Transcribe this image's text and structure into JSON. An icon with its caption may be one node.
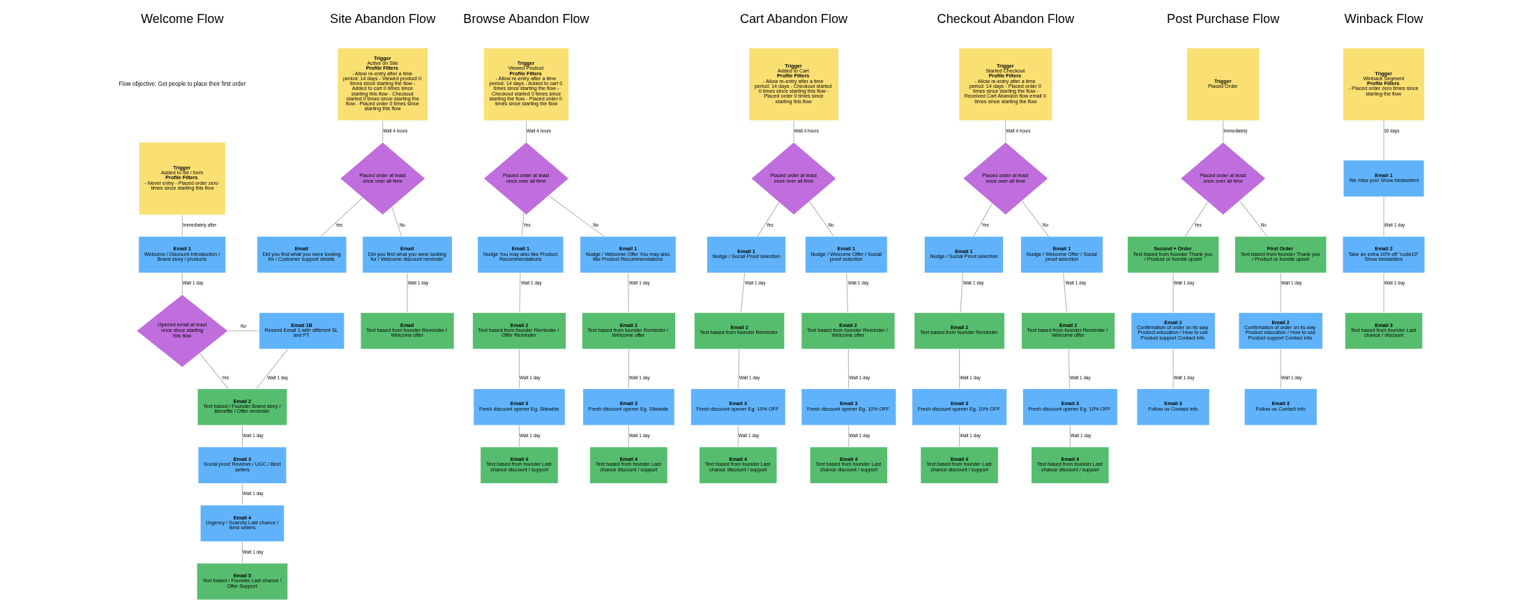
{
  "diagram": {
    "nodes": [
      {
        "text": [
          "Trigger",
          "Added to list / form",
          "Profile Filters",
          "- Never entry - Placed order zero times since starting this flow"
        ]
      },
      {
        "text": [
          "Email 1",
          "Welcome / Discount Introduction / Brand story / products"
        ]
      },
      {
        "text": [
          "Opened email at least once since starting this flow"
        ]
      },
      {
        "text": [
          "Email 1B",
          "Resend Email 1 with different SL and PT"
        ]
      },
      {
        "text": [
          "Email 2",
          "Text based / Founder Brand story / Benefits / Offer reminder"
        ]
      },
      {
        "text": [
          "Email 3",
          "Social proof Reviews / UGC / Best sellers"
        ]
      },
      {
        "text": [
          "Email 4",
          "Urgency / Scarcity Last chance / Best sellers"
        ]
      },
      {
        "text": [
          "Email 5",
          "Text based / Founder Last chance / Offer Support"
        ]
      },
      {
        "text": [
          "Trigger",
          "Active on Site",
          "Profile Filters",
          "- Allow re-entry after a time period: 14 days - Viewed product 0 times since starting the flow - Added to cart 0 times since starting this flow - Checkout started 0 times since starting the flow - Placed order 0 times since starting this flow"
        ]
      },
      {
        "text": [
          "Placed order at least once over all time"
        ]
      },
      {
        "text": [
          "Email",
          "Did you find what you were looking for / Customer support details"
        ]
      },
      {
        "text": [
          "Email",
          "Did you find what you were looking for / Welcome discount reminder"
        ]
      },
      {
        "text": [
          "Email",
          "Text based from founder Reminder / Welcome offer"
        ]
      },
      {
        "text": [
          "Trigger",
          "Viewed Product",
          "Profile Filters",
          "- Allow re-entry after a time period: 14 days - Added to cart 0 times since starting the flow - Checkout started 0 times since starting the flow - Placed order 0 times since starting the flow"
        ]
      },
      {
        "text": [
          "Placed order at least once over all time"
        ]
      },
      {
        "text": [
          "Email 1",
          "Nudge You may also like Product Recommendations"
        ]
      },
      {
        "text": [
          "Email 2",
          "Text based from founder Reminder / Offer Reminder"
        ]
      },
      {
        "text": [
          "Email 3",
          "Fresh discount opener Eg. Sitewide"
        ]
      },
      {
        "text": [
          "Email 4",
          "Text based from founder Last chance discount / support"
        ]
      },
      {
        "text": [
          "Email 1",
          "Nudge / Welcome Offer You may also like Product Recommendations"
        ]
      },
      {
        "text": [
          "Email 2",
          "Text based from founder Reminder / Welcome offer"
        ]
      },
      {
        "text": [
          "Email 3",
          "Fresh discount opener Eg. Sitewide"
        ]
      },
      {
        "text": [
          "Email 4",
          "Text based from founder Last chance discount / support"
        ]
      },
      {
        "text": [
          "Trigger",
          "Added to Cart",
          "Profile Filters",
          "- Allow re-entry after a time period: 14 days - Checkout started 0 times since starting this flow - Placed order 0 times since starting this flow"
        ]
      },
      {
        "text": [
          "Placed order at least once over all time"
        ]
      },
      {
        "text": [
          "Email 1",
          "Nudge / Social Proof selection"
        ]
      },
      {
        "text": [
          "Email 2",
          "Text based from founder Reminder"
        ]
      },
      {
        "text": [
          "Email 3",
          "Fresh discount opener Eg. 10% OFF"
        ]
      },
      {
        "text": [
          "Email 4",
          "Text based from founder Last chance discount / support"
        ]
      },
      {
        "text": [
          "Email 1",
          "Nudge / Welcome Offer / Social proof selection"
        ]
      },
      {
        "text": [
          "Email 2",
          "Text based from founder Reminder / Welcome offer"
        ]
      },
      {
        "text": [
          "Email 3",
          "Fresh discount opener Eg. 10% OFF"
        ]
      },
      {
        "text": [
          "Email 4",
          "Text based from founder Last chance discount / support"
        ]
      },
      {
        "text": [
          "Trigger",
          "Started Checkout",
          "Profile Filters",
          "- Allow re-entry after a time period: 14 days - Placed order 0 times since starting the flow - Received Cart Abandon flow email 0 times since starting the flow"
        ]
      },
      {
        "text": [
          "Placed order at least once over all time"
        ]
      },
      {
        "text": [
          "Email 1",
          "Nudge / Social Proof selection"
        ]
      },
      {
        "text": [
          "Email 2",
          "Text based from founder Reminder"
        ]
      },
      {
        "text": [
          "Email 3",
          "Fresh discount opener Eg. 10% OFF"
        ]
      },
      {
        "text": [
          "Email 4",
          "Text based from founder Last chance discount / support"
        ]
      },
      {
        "text": [
          "Email 1",
          "Nudge / Welcome Offer / Social proof selection"
        ]
      },
      {
        "text": [
          "Email 2",
          "Text based from founder Reminder / Welcome offer"
        ]
      },
      {
        "text": [
          "Email 3",
          "Fresh discount opener Eg. 10% OFF"
        ]
      },
      {
        "text": [
          "Email 4",
          "Text based from founder Last chance discount / support"
        ]
      },
      {
        "text": [
          "Trigger",
          "Placed Order"
        ]
      },
      {
        "text": [
          "Placed order at least once over all time"
        ]
      },
      {
        "text": [
          "Second + Order",
          "Text based from founder Thank you / Product or bundle upsell"
        ]
      },
      {
        "text": [
          "Email 2",
          "Confirmation of order on its way Product education / How to use Product support Contact info"
        ]
      },
      {
        "text": [
          "Email 3",
          "Follow us Contact info"
        ]
      },
      {
        "text": [
          "First Order",
          "Text based from founder Thank you / Product or bundle upsell"
        ]
      },
      {
        "text": [
          "Email 2",
          "Confirmation of order on its way Product education / How to use Product support Contact info"
        ]
      },
      {
        "text": [
          "Email 3",
          "Follow us Contact info"
        ]
      },
      {
        "text": [
          "Trigger",
          "Winback Segment",
          "Profile Filters",
          "- Placed order zero times since starting the flow"
        ]
      },
      {
        "text": [
          "Email 1",
          "We miss you! Show bestsellers"
        ]
      },
      {
        "text": [
          "Email 2",
          "Take an extra 10% off \"code10\" Show bestsellers"
        ]
      },
      {
        "text": [
          "Email 3",
          "Text based from founder Last chance / discount"
        ]
      }
    ],
    "edges": [
      {
        "from": 0,
        "to": 1,
        "arrow": "none",
        "label": "Immediately after"
      },
      {
        "from": 1,
        "to": 2,
        "arrow": "none",
        "label": "Wait 1 day"
      },
      {
        "from": 2,
        "to": 3,
        "arrow": "none",
        "label": "No"
      },
      {
        "from": 2,
        "to": 4,
        "arrow": "none",
        "label": "Yes"
      },
      {
        "from": 3,
        "to": 4,
        "arrow": "none",
        "label": "Wait 1 day"
      },
      {
        "from": 4,
        "to": 5,
        "arrow": "none",
        "label": "Wait 1 day"
      },
      {
        "from": 5,
        "to": 6,
        "arrow": "none",
        "label": "Wait 1 day"
      },
      {
        "from": 6,
        "to": 7,
        "arrow": "none",
        "label": "Wait 1 day"
      },
      {
        "from": 8,
        "to": 9,
        "arrow": "none",
        "label": "Wait 4 hours"
      },
      {
        "from": 9,
        "to": 10,
        "arrow": "none",
        "label": "Yes"
      },
      {
        "from": 9,
        "to": 11,
        "arrow": "none",
        "label": "No"
      },
      {
        "from": 11,
        "to": 12,
        "arrow": "none",
        "label": "Wait 1 day"
      },
      {
        "from": 13,
        "to": 14,
        "arrow": "none",
        "label": "Wait 4 hours"
      },
      {
        "from": 14,
        "to": 15,
        "arrow": "none",
        "label": "Yes"
      },
      {
        "from": 15,
        "to": 16,
        "arrow": "none",
        "label": "Wait 1 day"
      },
      {
        "from": 16,
        "to": 17,
        "arrow": "none",
        "label": "Wait 1 day"
      },
      {
        "from": 17,
        "to": 18,
        "arrow": "none",
        "label": "Wait 1 day"
      },
      {
        "from": 14,
        "to": 19,
        "arrow": "none",
        "label": "No"
      },
      {
        "from": 19,
        "to": 20,
        "arrow": "none",
        "label": "Wait 1 day"
      },
      {
        "from": 20,
        "to": 21,
        "arrow": "none",
        "label": "Wait 1 day"
      },
      {
        "from": 21,
        "to": 22,
        "arrow": "none",
        "label": "Wait 1 day"
      },
      {
        "from": 23,
        "to": 24,
        "arrow": "none",
        "label": "Wait 4 hours"
      },
      {
        "from": 24,
        "to": 25,
        "arrow": "none",
        "label": "Yes"
      },
      {
        "from": 25,
        "to": 26,
        "arrow": "none",
        "label": "Wait 1 day"
      },
      {
        "from": 26,
        "to": 27,
        "arrow": "none",
        "label": "Wait 1 day"
      },
      {
        "from": 27,
        "to": 28,
        "arrow": "none",
        "label": "Wait 1 day"
      },
      {
        "from": 24,
        "to": 29,
        "arrow": "none",
        "label": "No"
      },
      {
        "from": 29,
        "to": 30,
        "arrow": "none",
        "label": "Wait 1 day"
      },
      {
        "from": 30,
        "to": 31,
        "arrow": "none",
        "label": "Wait 1 day"
      },
      {
        "from": 31,
        "to": 32,
        "arrow": "none",
        "label": "Wait 1 day"
      },
      {
        "from": 33,
        "to": 34,
        "arrow": "none",
        "label": "Wait 4 hours"
      },
      {
        "from": 34,
        "to": 35,
        "arrow": "none",
        "label": "Yes"
      },
      {
        "from": 35,
        "to": 36,
        "arrow": "none",
        "label": "Wait 1 day"
      },
      {
        "from": 36,
        "to": 37,
        "arrow": "none",
        "label": "Wait 1 day"
      },
      {
        "from": 37,
        "to": 38,
        "arrow": "none",
        "label": "Wait 1 day"
      },
      {
        "from": 34,
        "to": 39,
        "arrow": "none",
        "label": "No"
      },
      {
        "from": 39,
        "to": 40,
        "arrow": "none",
        "label": "Wait 1 day"
      },
      {
        "from": 40,
        "to": 41,
        "arrow": "none",
        "label": "Wait 1 day"
      },
      {
        "from": 41,
        "to": 42,
        "arrow": "none",
        "label": "Wait 1 day"
      },
      {
        "from": 43,
        "to": 44,
        "arrow": "none",
        "label": "Immediately"
      },
      {
        "from": 44,
        "to": 45,
        "arrow": "none",
        "label": "Yes"
      },
      {
        "from": 45,
        "to": 46,
        "arrow": "none",
        "label": "Wait 1 day"
      },
      {
        "from": 46,
        "to": 47,
        "arrow": "none",
        "label": "Wait 1 day"
      },
      {
        "from": 44,
        "to": 48,
        "arrow": "none",
        "label": "No"
      },
      {
        "from": 48,
        "to": 49,
        "arrow": "none",
        "label": "Wait 1 day"
      },
      {
        "from": 49,
        "to": 50,
        "arrow": "none",
        "label": "Wait 1 day"
      },
      {
        "from": 51,
        "to": 52,
        "arrow": "none",
        "label": "30 days"
      },
      {
        "from": 52,
        "to": 53,
        "arrow": "none",
        "label": "Wait 1 day"
      },
      {
        "from": 53,
        "to": 54,
        "arrow": "none",
        "label": "Wait 1 day"
      }
    ],
    "labels": [
      "Welcome Flow",
      "Flow objective: Get people to place their first order",
      "Site Abandon Flow",
      "Browse Abandon Flow",
      "Cart Abandon Flow",
      "Checkout Abandon Flow",
      "Post Purchase Flow",
      "Winback Flow"
    ]
  }
}
